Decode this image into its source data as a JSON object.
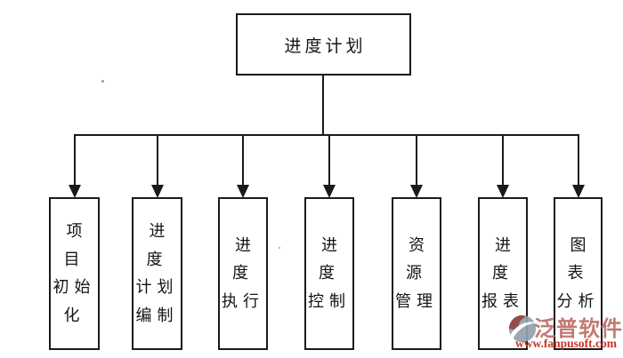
{
  "diagram": {
    "root": {
      "label": "进度计划"
    },
    "children": [
      {
        "label": "项目初始化",
        "lines": [
          "项目",
          "初始",
          "化"
        ]
      },
      {
        "label": "进度计划编制",
        "lines": [
          "进度",
          "计划",
          "编制"
        ]
      },
      {
        "label": "进度执行",
        "lines": [
          "进度",
          "执行"
        ]
      },
      {
        "label": "进度控制",
        "lines": [
          "进度",
          "控制"
        ]
      },
      {
        "label": "资源管理",
        "lines": [
          "资源",
          "管理"
        ]
      },
      {
        "label": "进度报表",
        "lines": [
          "进度",
          "报表"
        ]
      },
      {
        "label": "图表分析",
        "lines": [
          "图表",
          "分析"
        ]
      }
    ],
    "line_color": "#1a1a1a",
    "box_border_color": "#1b1b1b",
    "background_color": "#ffffff"
  },
  "watermark": {
    "brand": "泛普软件",
    "url": "www.fanpusoft.com",
    "brand_color": "#bd6f68",
    "url_color": "#c52a20",
    "logo_maroon": "#8a3c3c",
    "logo_gray": "#93a0ad"
  }
}
